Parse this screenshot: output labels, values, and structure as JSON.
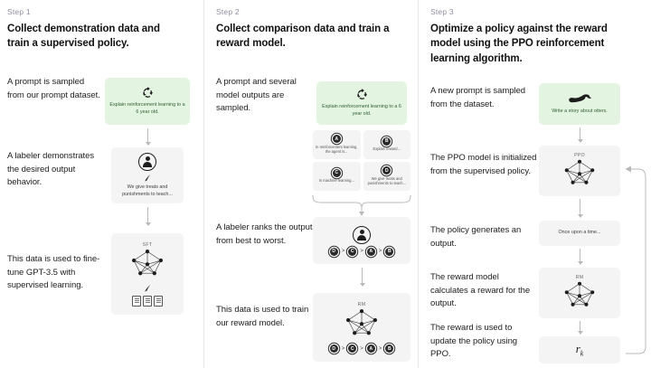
{
  "theme": {
    "background": "#ffffff",
    "box_bg": "#f4f4f4",
    "prompt_green": "#e3f5e1",
    "divider": "#e6e6e6",
    "text": "#202123",
    "muted": "#8e8ea0",
    "arrow": "#b9b9b9"
  },
  "columns": [
    {
      "step_label": "Step 1",
      "title": "Collect demonstration data and train a supervised policy.",
      "captions": [
        "A prompt is sampled from our prompt dataset.",
        "A labeler demonstrates the desired output behavior.",
        "This data is used to fine-tune GPT-3.5 with supervised learning."
      ],
      "prompt_box": {
        "icon": "recycle-icon",
        "text": "Explain reinforcement learning to a 6 year old."
      },
      "labeler_box": {
        "icon": "person-icon",
        "pen": "pen-icon",
        "text": "We give treats and punishments to teach..."
      },
      "model_box": {
        "label": "SFT",
        "icon": "neural-network-icon",
        "pen": "pen-icon",
        "docs": "documents-icon"
      }
    },
    {
      "step_label": "Step 2",
      "title": "Collect comparison data and train a reward model.",
      "captions": [
        "A prompt and several model outputs are sampled.",
        "A labeler ranks the outputs from best to worst.",
        "This data is used to train our reward model."
      ],
      "prompt_box": {
        "icon": "recycle-icon",
        "text": "Explain reinforcement learning to a 6 year old."
      },
      "outputs": [
        {
          "badge": "A",
          "text": "In reinforcement learning, the agent is..."
        },
        {
          "badge": "B",
          "text": "Explain reward..."
        },
        {
          "badge": "C",
          "text": "In machine learning..."
        },
        {
          "badge": "D",
          "text": "We give treats and punishments to teach..."
        }
      ],
      "ranking_box": {
        "icon": "person-icon",
        "ranking": [
          "D",
          "C",
          "A",
          "B"
        ],
        "separator": ">"
      },
      "reward_model_box": {
        "label": "RM",
        "icon": "neural-network-icon",
        "ranking": [
          "D",
          "C",
          "A",
          "B"
        ],
        "separator": ">"
      }
    },
    {
      "step_label": "Step 3",
      "title": "Optimize a policy against the reward model using the PPO reinforcement learning algorithm.",
      "captions": [
        "A new prompt is sampled from the dataset.",
        "The PPO model is initialized from the supervised policy.",
        "The policy generates an output.",
        "The reward model calculates a reward for the output.",
        "The reward is used to update the policy using PPO."
      ],
      "prompt_box": {
        "icon": "otter-icon",
        "text": "Write a story about otters."
      },
      "ppo_box": {
        "label": "PPO",
        "icon": "neural-network-icon"
      },
      "output_box": {
        "text": "Once upon a time..."
      },
      "reward_model_box": {
        "label": "RM",
        "icon": "neural-network-icon"
      },
      "reward_box": {
        "symbol": "r",
        "subscript": "k"
      },
      "feedback_loop": "update-arrow"
    }
  ]
}
